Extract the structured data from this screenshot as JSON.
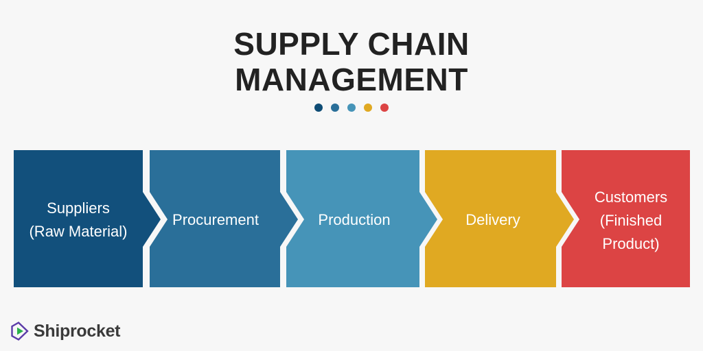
{
  "page": {
    "background_color": "#f7f7f7",
    "title": "SUPPLY CHAIN\nMANAGEMENT",
    "title_color": "#222222"
  },
  "dots": [
    {
      "name": "dot-1",
      "color": "#0e4c75"
    },
    {
      "name": "dot-2",
      "color": "#2a6f99"
    },
    {
      "name": "dot-3",
      "color": "#4694b8"
    },
    {
      "name": "dot-4",
      "color": "#e0a922"
    },
    {
      "name": "dot-5",
      "color": "#dc4444"
    }
  ],
  "flow": {
    "type": "process-chevron-flow",
    "direction": "left-to-right",
    "stages": [
      {
        "id": "suppliers",
        "lines": [
          "Suppliers",
          "(Raw Material)"
        ],
        "color": "#12507c",
        "font_size": 22,
        "text_color": "#ffffff"
      },
      {
        "id": "procurement",
        "lines": [
          "Procurement"
        ],
        "color": "#2a6f99",
        "font_size": 22,
        "text_color": "#ffffff"
      },
      {
        "id": "production",
        "lines": [
          "Production"
        ],
        "color": "#4694b8",
        "font_size": 22,
        "text_color": "#ffffff"
      },
      {
        "id": "delivery",
        "lines": [
          "Delivery"
        ],
        "color": "#e0a922",
        "font_size": 22,
        "text_color": "#ffffff"
      },
      {
        "id": "customers",
        "lines": [
          "Customers",
          "(Finished",
          "Product)"
        ],
        "color": "#dc4444",
        "font_size": 22,
        "text_color": "#ffffff"
      }
    ]
  },
  "footer": {
    "logo_icon": "shiprocket-play-icon",
    "logo_mark_color": "#5b3ba8",
    "logo_play_color": "#2bb24c",
    "brand": "Shiprocket"
  }
}
